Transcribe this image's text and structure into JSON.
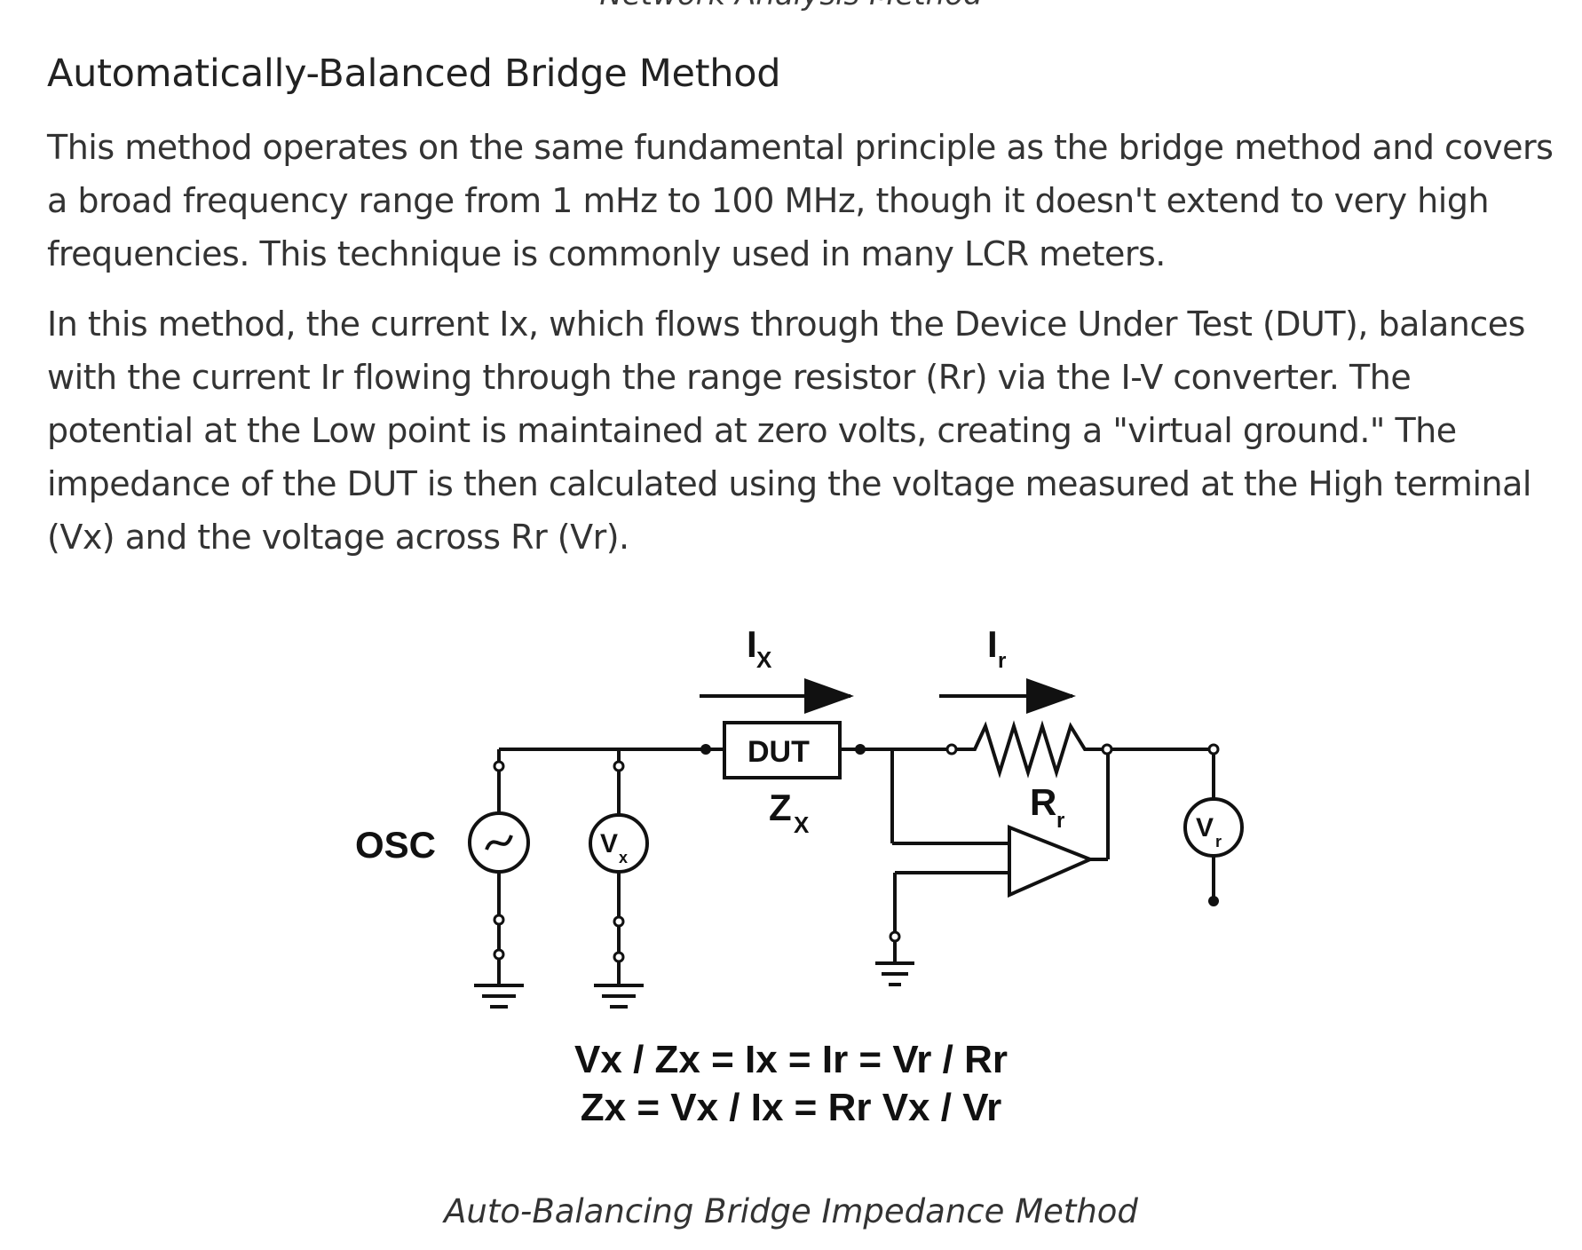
{
  "previous_caption": "Network Analysis Method",
  "heading": "Automatically-Balanced Bridge Method",
  "paragraphs": [
    "This method operates on the same fundamental principle as the bridge method and covers a broad frequency range from 1 mHz to 100 MHz, though it doesn't extend to very high frequencies. This technique is commonly used in many LCR meters.",
    "In this method, the current Ix, which flows through the Device Under Test (DUT), balances with the current Ir flowing through the range resistor (Rr) via the I-V converter. The potential at the Low point is maintained at zero volts, creating a \"virtual ground.\" The impedance of the DUT is then calculated using the voltage measured at the High terminal (Vx) and the voltage across Rr (Vr)."
  ],
  "figure": {
    "labels": {
      "osc": "OSC",
      "dut": "DUT",
      "ix": "I",
      "ix_sub": "X",
      "ir": "I",
      "ir_sub": "r",
      "zx": "Z",
      "zx_sub": "X",
      "rr": "R",
      "rr_sub": "r",
      "vx": "V",
      "vx_sub": "x",
      "vr": "V",
      "vr_sub": "r"
    },
    "equation_1": "Vx / Zx = Ix = Ir = Vr / Rr",
    "equation_2": "Zx = Vx / Ix = Rr Vx / Vr"
  },
  "caption": "Auto-Balancing Bridge Impedance Method"
}
